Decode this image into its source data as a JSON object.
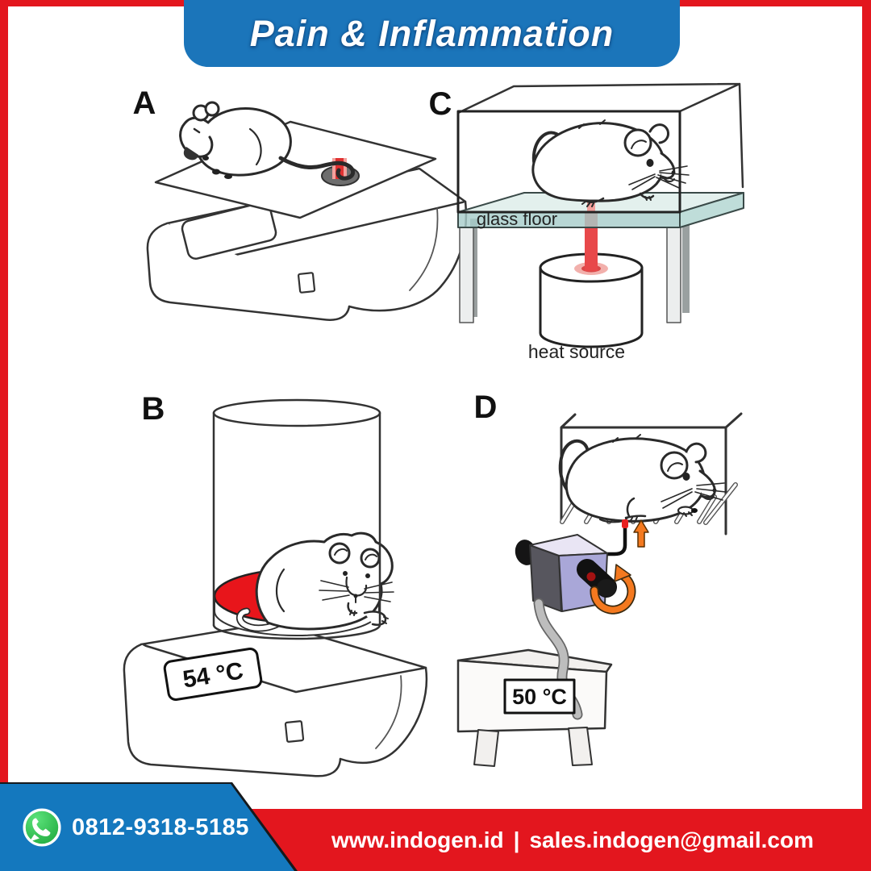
{
  "header": {
    "title": "Pain & Inflammation"
  },
  "panels": {
    "a": {
      "label": "A"
    },
    "b": {
      "label": "B",
      "display_temp": "54 °C"
    },
    "c": {
      "label": "C",
      "floor_label": "glass floor",
      "source_label": "heat source"
    },
    "d": {
      "label": "D",
      "display_temp": "50 °C"
    }
  },
  "footer": {
    "phone": "0812-9318-5185",
    "website": "www.indogen.id",
    "separator": "|",
    "email": "sales.indogen@gmail.com"
  },
  "colors": {
    "banner_blue": "#1B75BA",
    "footer_blue": "#1478BE",
    "frame_red": "#E3161E",
    "hotplate_red": "#E8151B",
    "beam_red": "#E8484A",
    "glass_teal": "#A7CDCA",
    "glass_teal_light": "#DFEFEC",
    "device_lavender": "#A9A7D8",
    "arrow_orange": "#F4791F",
    "whatsapp_green": "#25D366"
  }
}
